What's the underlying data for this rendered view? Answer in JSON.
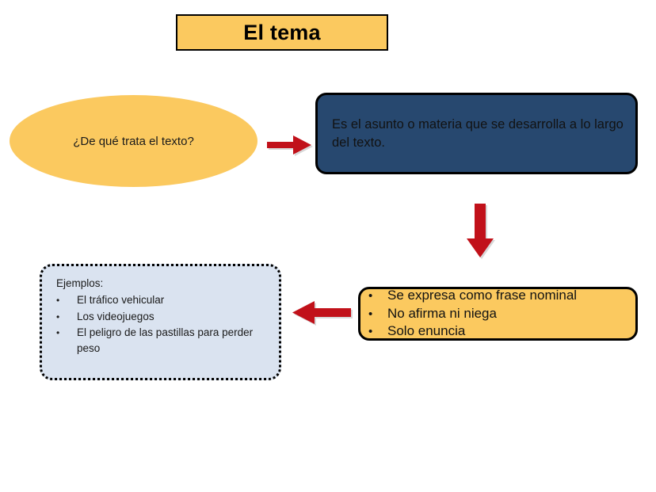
{
  "title": {
    "text": "El tema"
  },
  "question": {
    "text": "¿De qué trata el texto?"
  },
  "definition": {
    "text": "Es el asunto o materia que se desarrolla a lo largo del texto."
  },
  "traits": {
    "bullet_glyph": "•",
    "items": [
      "Se expresa como frase nominal",
      "No afirma ni niega",
      "Solo enuncia"
    ]
  },
  "examples": {
    "heading": "Ejemplos:",
    "bullet_glyph": "•",
    "items": [
      "El tráfico vehicular",
      "Los videojuegos",
      "El peligro de las pastillas para perder peso"
    ]
  },
  "arrows": {
    "right": "arrow-right-icon",
    "down": "arrow-down-icon",
    "left": "arrow-left-icon"
  },
  "colors": {
    "orange": "#FBC95F",
    "navy": "#27486F",
    "light_blue": "#DAE3F0",
    "red": "#C1111A",
    "outline": "#000000",
    "background": "#FFFFFF"
  }
}
